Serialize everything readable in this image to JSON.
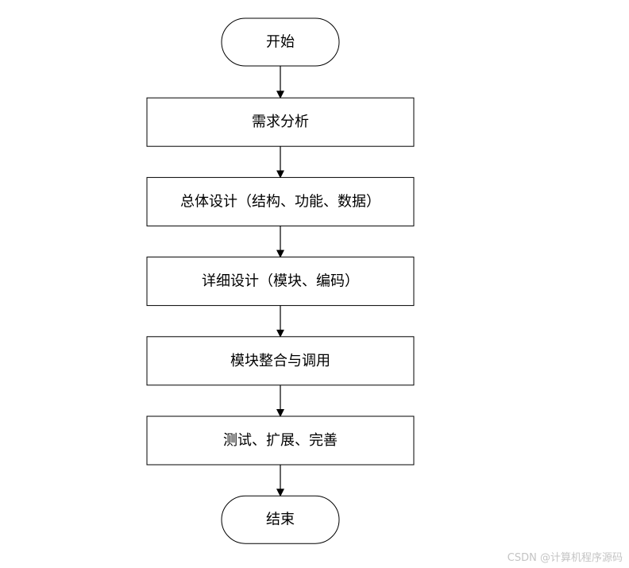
{
  "flowchart": {
    "nodes": [
      {
        "id": "start",
        "shape": "terminal",
        "label": "开始"
      },
      {
        "id": "requirements",
        "shape": "process",
        "label": "需求分析"
      },
      {
        "id": "overall-design",
        "shape": "process",
        "label": "总体设计（结构、功能、数据）"
      },
      {
        "id": "detailed-design",
        "shape": "process",
        "label": "详细设计（模块、编码）"
      },
      {
        "id": "integration",
        "shape": "process",
        "label": "模块整合与调用"
      },
      {
        "id": "testing",
        "shape": "process",
        "label": "测试、扩展、完善"
      },
      {
        "id": "end",
        "shape": "terminal",
        "label": "结束"
      }
    ],
    "edges": [
      {
        "from": "start",
        "to": "requirements"
      },
      {
        "from": "requirements",
        "to": "overall-design"
      },
      {
        "from": "overall-design",
        "to": "detailed-design"
      },
      {
        "from": "detailed-design",
        "to": "integration"
      },
      {
        "from": "integration",
        "to": "testing"
      },
      {
        "from": "testing",
        "to": "end"
      }
    ],
    "colors": {
      "stroke": "#000000",
      "fill": "#ffffff",
      "text": "#000000"
    }
  },
  "watermark": {
    "text": "CSDN @计算机程序源码"
  }
}
